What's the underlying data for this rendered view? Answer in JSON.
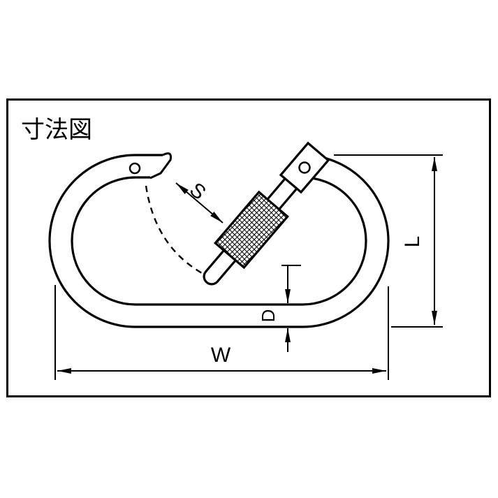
{
  "title": "寸法図",
  "labels": {
    "s": "S",
    "l": "L",
    "d": "D",
    "w": "W"
  },
  "colors": {
    "line": "#000000",
    "background": "#ffffff"
  }
}
